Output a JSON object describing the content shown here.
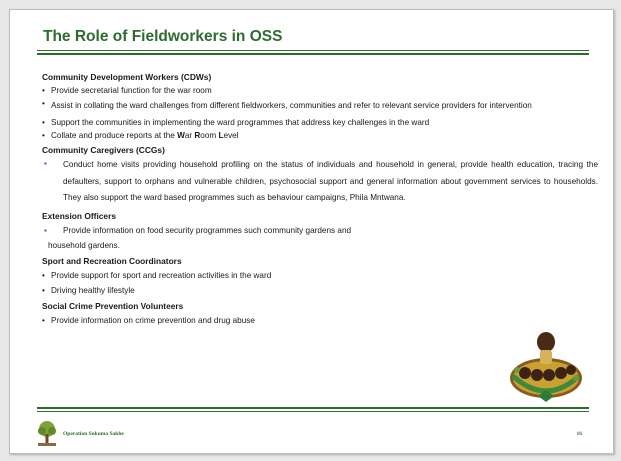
{
  "slide": {
    "title": "The Role of Fieldworkers in OSS",
    "sections": [
      {
        "heading": "Community Development Workers (CDWs)",
        "items": [
          "Provide secretarial function for the war room",
          "Assist in collating the ward challenges from different fieldworkers, communities and refer to relevant service providers for intervention",
          "Support the communities in implementing the ward programmes that address key challenges in the ward"
        ],
        "last_item": {
          "before": "Collate and produce reports at the ",
          "w": "W",
          "ar": "ar ",
          "r": "R",
          "oom": "oom ",
          "l": "L",
          "evel": "evel"
        }
      },
      {
        "heading": "Community Caregivers (CCGs)",
        "items": [
          "Conduct home visits providing household profiling on the status of individuals and household in general, provide health education, tracing the defaulters, support to orphans and vulnerable children,  psychosocial support and general information about government services to households. They also support the ward based programmes such as behaviour campaigns, Phila Mntwana."
        ]
      },
      {
        "heading": "Extension Officers",
        "items": [
          "Provide information on food security programmes such community gardens and",
          "household gardens."
        ]
      },
      {
        "heading": "Sport and Recreation Coordinators",
        "items": [
          "Provide support for  sport and recreation activities in the ward",
          "Driving healthy lifestyle"
        ]
      },
      {
        "heading": "Social Crime Prevention Volunteers",
        "items": [
          "Provide information on crime prevention and drug abuse"
        ]
      }
    ],
    "bullet_round": "•",
    "bullet_square": "▪"
  },
  "footer": {
    "org_name": "Operation Sukuma Sakhe",
    "page_number": "16"
  },
  "icons": {
    "footer_logo": "tree-logo-icon",
    "illustration": "people-group-illustration"
  },
  "colors": {
    "title": "#2e6b2f",
    "rule": "#2e6b2f",
    "square_bullet": "#2a62b8"
  }
}
